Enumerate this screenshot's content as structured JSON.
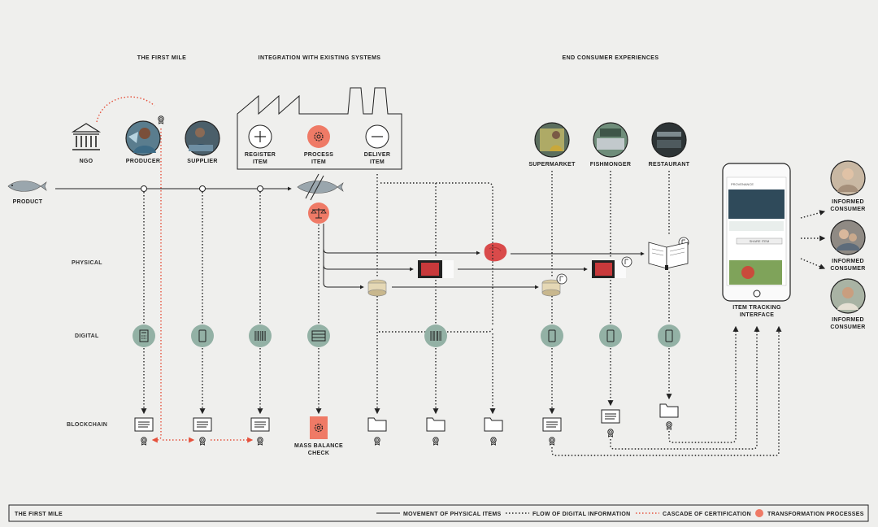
{
  "sections": {
    "first_mile": "THE FIRST MILE",
    "integration": "INTEGRATION WITH EXISTING SYSTEMS",
    "end_consumer": "END CONSUMER EXPERIENCES"
  },
  "rows": {
    "physical": "PHYSICAL",
    "digital": "DIGITAL",
    "blockchain": "BLOCKCHAIN"
  },
  "nodes": {
    "product": "PRODUCT",
    "ngo": "NGO",
    "producer": "PRODUCER",
    "supplier": "SUPPLIER",
    "register_1": "REGISTER",
    "register_2": "ITEM",
    "process_1": "PROCESS",
    "process_2": "ITEM",
    "deliver_1": "DELIVER",
    "deliver_2": "ITEM",
    "supermarket": "SUPERMARKET",
    "fishmonger": "FISHMONGER",
    "restaurant": "RESTAURANT",
    "mass_balance_1": "MASS BALANCE",
    "mass_balance_2": "CHECK",
    "item_tracking_1": "ITEM TRACKING",
    "item_tracking_2": "INTERFACE",
    "informed_1": "INFORMED",
    "informed_2": "CONSUMER"
  },
  "phone": {
    "brand": "PROVENANCE",
    "button": "SHARE ITEM"
  },
  "legend": {
    "title": "THE FIRST MILE",
    "physical": "MOVEMENT OF PHYSICAL ITEMS",
    "digital": "FLOW OF DIGITAL INFORMATION",
    "certification": "CASCADE OF CERTIFICATION",
    "transformation": "TRANSFORMATION PROCESSES"
  },
  "colors": {
    "background": "#efefed",
    "line": "#222222",
    "digital_node": "#93b1a5",
    "transformation": "#ef7a66",
    "certification": "#e5513c"
  }
}
